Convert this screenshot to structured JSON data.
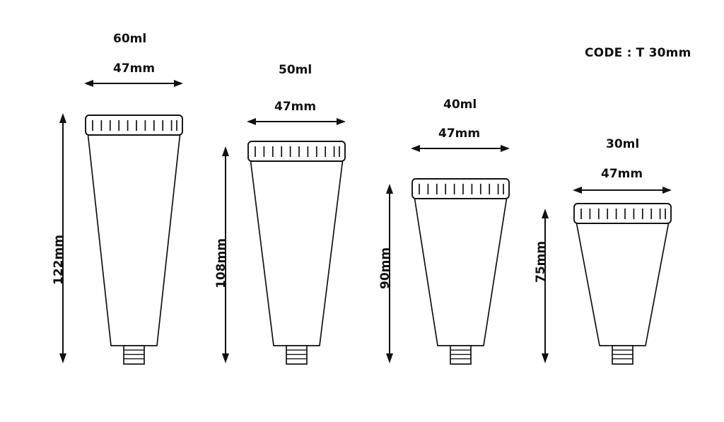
{
  "drawing": {
    "code_label": "CODE : T 30mm",
    "unit_suffix": "mm",
    "tubes": [
      {
        "volume_label": "60ml",
        "width_label": "47mm",
        "height_label": "122mm",
        "cap_ridge_count": 11,
        "nozzle_thread_count": 4
      },
      {
        "volume_label": "50ml",
        "width_label": "47mm",
        "height_label": "108mm",
        "cap_ridge_count": 11,
        "nozzle_thread_count": 4
      },
      {
        "volume_label": "40ml",
        "width_label": "47mm",
        "height_label": "90mm",
        "cap_ridge_count": 11,
        "nozzle_thread_count": 4
      },
      {
        "volume_label": "30ml",
        "width_label": "47mm",
        "height_label": "75mm",
        "cap_ridge_count": 11,
        "nozzle_thread_count": 4
      }
    ],
    "colors": {
      "stroke": "#111111",
      "background": "#ffffff"
    }
  }
}
